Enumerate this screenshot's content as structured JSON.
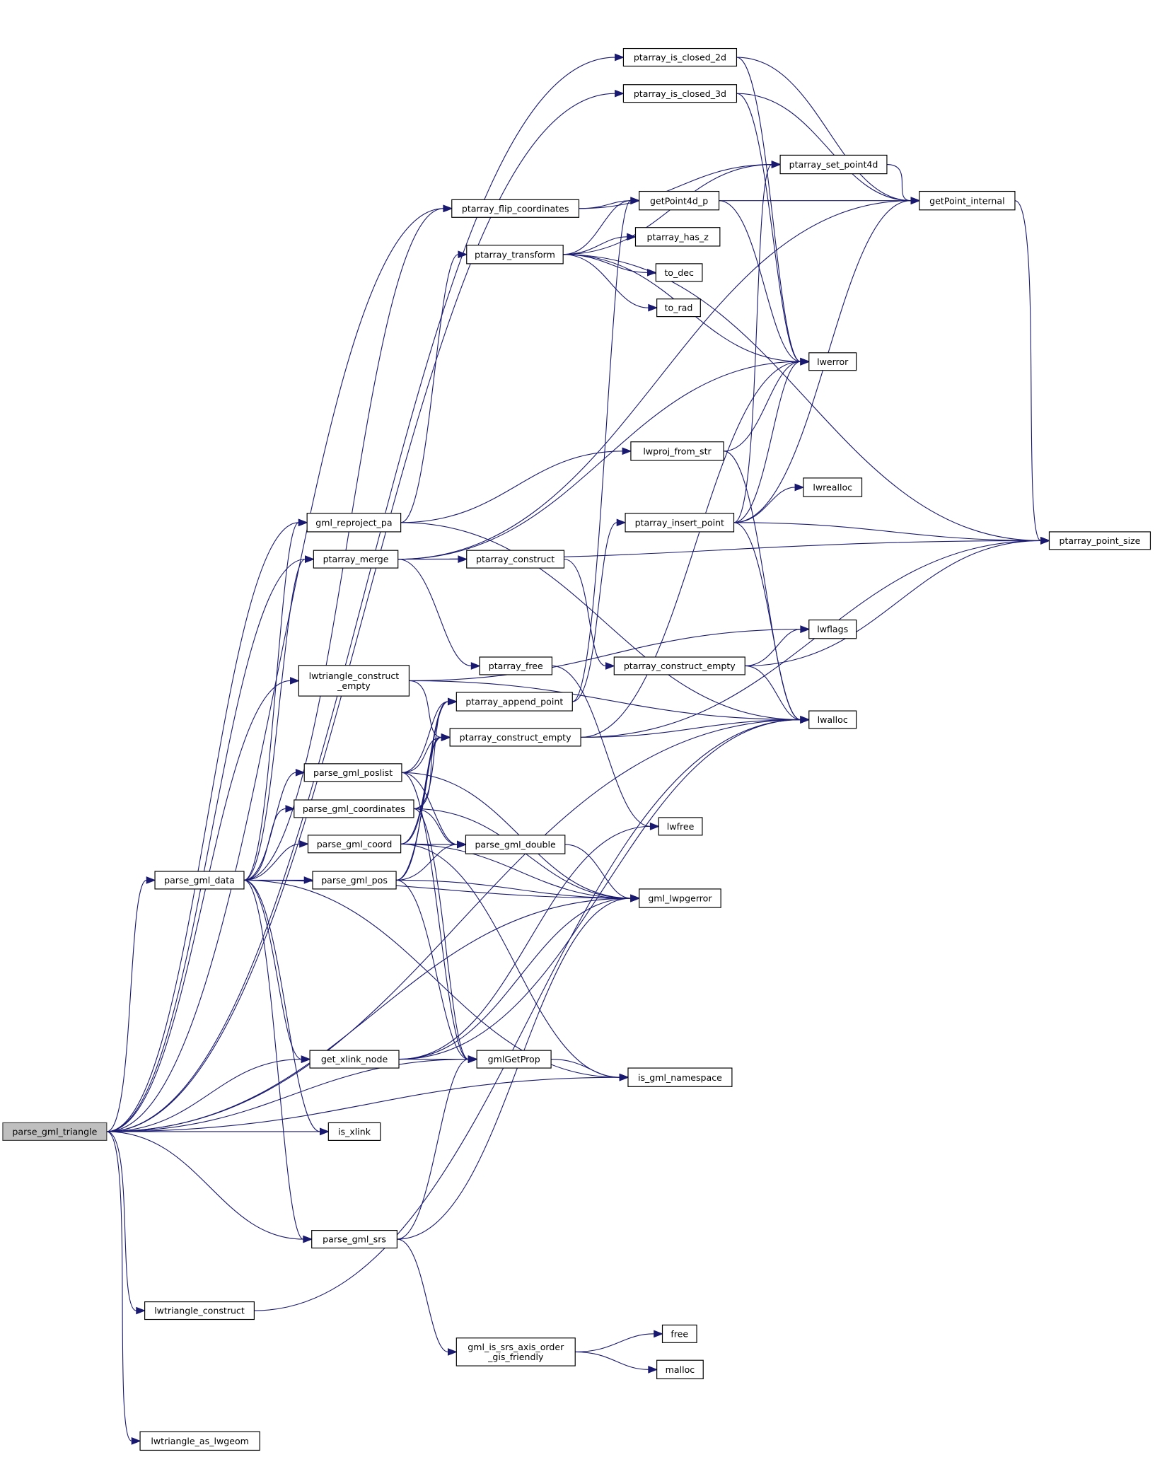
{
  "title": "parse_gml_triangle call graph",
  "colors": {
    "edge": "#191970",
    "node_border": "#000000",
    "root_fill": "#bfbfbf",
    "node_fill": "#ffffff"
  },
  "nodes": [
    {
      "id": "parse_gml_triangle",
      "lines": [
        "parse_gml_triangle"
      ],
      "root": true
    },
    {
      "id": "ptarray_is_closed_2d",
      "lines": [
        "ptarray_is_closed_2d"
      ]
    },
    {
      "id": "ptarray_is_closed_3d",
      "lines": [
        "ptarray_is_closed_3d"
      ]
    },
    {
      "id": "ptarray_set_point4d",
      "lines": [
        "ptarray_set_point4d"
      ]
    },
    {
      "id": "getPoint_internal",
      "lines": [
        "getPoint_internal"
      ]
    },
    {
      "id": "ptarray_flip_coordinates",
      "lines": [
        "ptarray_flip_coordinates"
      ]
    },
    {
      "id": "getPoint4d_p",
      "lines": [
        "getPoint4d_p"
      ]
    },
    {
      "id": "ptarray_transform",
      "lines": [
        "ptarray_transform"
      ]
    },
    {
      "id": "ptarray_has_z",
      "lines": [
        "ptarray_has_z"
      ]
    },
    {
      "id": "to_dec",
      "lines": [
        "to_dec"
      ]
    },
    {
      "id": "to_rad",
      "lines": [
        "to_rad"
      ]
    },
    {
      "id": "lwerror",
      "lines": [
        "lwerror"
      ]
    },
    {
      "id": "lwproj_from_str",
      "lines": [
        "lwproj_from_str"
      ]
    },
    {
      "id": "lwrealloc",
      "lines": [
        "lwrealloc"
      ]
    },
    {
      "id": "ptarray_insert_point",
      "lines": [
        "ptarray_insert_point"
      ]
    },
    {
      "id": "ptarray_point_size",
      "lines": [
        "ptarray_point_size"
      ]
    },
    {
      "id": "gml_reproject_pa",
      "lines": [
        "gml_reproject_pa"
      ]
    },
    {
      "id": "ptarray_merge",
      "lines": [
        "ptarray_merge"
      ]
    },
    {
      "id": "ptarray_construct",
      "lines": [
        "ptarray_construct"
      ]
    },
    {
      "id": "lwflags",
      "lines": [
        "lwflags"
      ]
    },
    {
      "id": "lwtriangle_construct_empty",
      "lines": [
        "lwtriangle_construct",
        "_empty"
      ]
    },
    {
      "id": "ptarray_free",
      "lines": [
        "ptarray_free"
      ]
    },
    {
      "id": "ptarray_construct_empty_r",
      "lines": [
        "ptarray_construct_empty"
      ]
    },
    {
      "id": "ptarray_append_point",
      "lines": [
        "ptarray_append_point"
      ]
    },
    {
      "id": "ptarray_construct_empty_m",
      "lines": [
        "ptarray_construct_empty"
      ]
    },
    {
      "id": "lwalloc",
      "lines": [
        "lwalloc"
      ]
    },
    {
      "id": "parse_gml_poslist",
      "lines": [
        "parse_gml_poslist"
      ]
    },
    {
      "id": "parse_gml_coordinates",
      "lines": [
        "parse_gml_coordinates"
      ]
    },
    {
      "id": "lwfree",
      "lines": [
        "lwfree"
      ]
    },
    {
      "id": "parse_gml_coord",
      "lines": [
        "parse_gml_coord"
      ]
    },
    {
      "id": "parse_gml_double",
      "lines": [
        "parse_gml_double"
      ]
    },
    {
      "id": "parse_gml_data",
      "lines": [
        "parse_gml_data"
      ]
    },
    {
      "id": "parse_gml_pos",
      "lines": [
        "parse_gml_pos"
      ]
    },
    {
      "id": "gml_lwpgerror",
      "lines": [
        "gml_lwpgerror"
      ]
    },
    {
      "id": "get_xlink_node",
      "lines": [
        "get_xlink_node"
      ]
    },
    {
      "id": "gmlGetProp",
      "lines": [
        "gmlGetProp"
      ]
    },
    {
      "id": "is_gml_namespace",
      "lines": [
        "is_gml_namespace"
      ]
    },
    {
      "id": "is_xlink",
      "lines": [
        "is_xlink"
      ]
    },
    {
      "id": "parse_gml_srs",
      "lines": [
        "parse_gml_srs"
      ]
    },
    {
      "id": "lwtriangle_construct",
      "lines": [
        "lwtriangle_construct"
      ]
    },
    {
      "id": "gml_is_srs_axis_order_gis_friendly",
      "lines": [
        "gml_is_srs_axis_order",
        "_gis_friendly"
      ]
    },
    {
      "id": "free",
      "lines": [
        "free"
      ]
    },
    {
      "id": "malloc",
      "lines": [
        "malloc"
      ]
    },
    {
      "id": "lwtriangle_as_lwgeom",
      "lines": [
        "lwtriangle_as_lwgeom"
      ]
    }
  ],
  "edges": [
    [
      "parse_gml_triangle",
      "ptarray_is_closed_2d"
    ],
    [
      "parse_gml_triangle",
      "ptarray_is_closed_3d"
    ],
    [
      "parse_gml_triangle",
      "ptarray_flip_coordinates"
    ],
    [
      "parse_gml_triangle",
      "gml_reproject_pa"
    ],
    [
      "parse_gml_triangle",
      "ptarray_merge"
    ],
    [
      "parse_gml_triangle",
      "lwtriangle_construct_empty"
    ],
    [
      "parse_gml_triangle",
      "parse_gml_data"
    ],
    [
      "parse_gml_triangle",
      "get_xlink_node"
    ],
    [
      "parse_gml_triangle",
      "is_xlink"
    ],
    [
      "parse_gml_triangle",
      "gmlGetProp"
    ],
    [
      "parse_gml_triangle",
      "gml_lwpgerror"
    ],
    [
      "parse_gml_triangle",
      "parse_gml_srs"
    ],
    [
      "parse_gml_triangle",
      "is_gml_namespace"
    ],
    [
      "parse_gml_triangle",
      "lwtriangle_construct"
    ],
    [
      "parse_gml_triangle",
      "lwalloc"
    ],
    [
      "parse_gml_triangle",
      "lwtriangle_as_lwgeom"
    ],
    [
      "ptarray_is_closed_2d",
      "getPoint_internal"
    ],
    [
      "ptarray_is_closed_2d",
      "lwerror"
    ],
    [
      "ptarray_is_closed_3d",
      "getPoint_internal"
    ],
    [
      "ptarray_is_closed_3d",
      "lwerror"
    ],
    [
      "ptarray_flip_coordinates",
      "ptarray_set_point4d"
    ],
    [
      "ptarray_flip_coordinates",
      "getPoint4d_p"
    ],
    [
      "ptarray_transform",
      "ptarray_set_point4d"
    ],
    [
      "ptarray_transform",
      "getPoint4d_p"
    ],
    [
      "ptarray_transform",
      "ptarray_has_z"
    ],
    [
      "ptarray_transform",
      "to_dec"
    ],
    [
      "ptarray_transform",
      "to_rad"
    ],
    [
      "ptarray_transform",
      "lwerror"
    ],
    [
      "ptarray_transform",
      "ptarray_point_size"
    ],
    [
      "ptarray_set_point4d",
      "getPoint_internal"
    ],
    [
      "getPoint4d_p",
      "getPoint_internal"
    ],
    [
      "getPoint4d_p",
      "lwerror"
    ],
    [
      "getPoint_internal",
      "ptarray_point_size"
    ],
    [
      "gml_reproject_pa",
      "ptarray_transform"
    ],
    [
      "gml_reproject_pa",
      "lwproj_from_str"
    ],
    [
      "gml_reproject_pa",
      "lwalloc"
    ],
    [
      "ptarray_merge",
      "ptarray_construct"
    ],
    [
      "ptarray_merge",
      "ptarray_free"
    ],
    [
      "ptarray_merge",
      "ptarray_point_size"
    ],
    [
      "ptarray_merge",
      "lwerror"
    ],
    [
      "ptarray_merge",
      "getPoint_internal"
    ],
    [
      "lwproj_from_str",
      "lwerror"
    ],
    [
      "lwproj_from_str",
      "lwalloc"
    ],
    [
      "ptarray_insert_point",
      "lwerror"
    ],
    [
      "ptarray_insert_point",
      "lwrealloc"
    ],
    [
      "ptarray_insert_point",
      "ptarray_point_size"
    ],
    [
      "ptarray_insert_point",
      "lwalloc"
    ],
    [
      "ptarray_insert_point",
      "getPoint_internal"
    ],
    [
      "ptarray_insert_point",
      "ptarray_set_point4d"
    ],
    [
      "ptarray_construct",
      "ptarray_construct_empty_r"
    ],
    [
      "ptarray_construct_empty_r",
      "lwflags"
    ],
    [
      "ptarray_construct_empty_r",
      "lwalloc"
    ],
    [
      "ptarray_construct_empty_r",
      "ptarray_point_size"
    ],
    [
      "lwtriangle_construct_empty",
      "lwflags"
    ],
    [
      "lwtriangle_construct_empty",
      "lwalloc"
    ],
    [
      "lwtriangle_construct_empty",
      "ptarray_construct_empty_m"
    ],
    [
      "ptarray_free",
      "lwfree"
    ],
    [
      "ptarray_append_point",
      "ptarray_insert_point"
    ],
    [
      "ptarray_append_point",
      "getPoint4d_p"
    ],
    [
      "ptarray_construct_empty_m",
      "lwalloc"
    ],
    [
      "ptarray_construct_empty_m",
      "ptarray_point_size"
    ],
    [
      "ptarray_construct_empty_m",
      "lwerror"
    ],
    [
      "parse_gml_data",
      "gml_reproject_pa"
    ],
    [
      "parse_gml_data",
      "ptarray_flip_coordinates"
    ],
    [
      "parse_gml_data",
      "ptarray_merge"
    ],
    [
      "parse_gml_data",
      "parse_gml_poslist"
    ],
    [
      "parse_gml_data",
      "parse_gml_coordinates"
    ],
    [
      "parse_gml_data",
      "parse_gml_coord"
    ],
    [
      "parse_gml_data",
      "parse_gml_pos"
    ],
    [
      "parse_gml_data",
      "gml_lwpgerror"
    ],
    [
      "parse_gml_data",
      "get_xlink_node"
    ],
    [
      "parse_gml_data",
      "is_xlink"
    ],
    [
      "parse_gml_data",
      "parse_gml_srs"
    ],
    [
      "parse_gml_data",
      "is_gml_namespace"
    ],
    [
      "parse_gml_poslist",
      "ptarray_append_point"
    ],
    [
      "parse_gml_poslist",
      "ptarray_construct_empty_m"
    ],
    [
      "parse_gml_poslist",
      "parse_gml_double"
    ],
    [
      "parse_gml_poslist",
      "gml_lwpgerror"
    ],
    [
      "parse_gml_poslist",
      "gmlGetProp"
    ],
    [
      "parse_gml_coordinates",
      "ptarray_append_point"
    ],
    [
      "parse_gml_coordinates",
      "ptarray_construct_empty_m"
    ],
    [
      "parse_gml_coordinates",
      "parse_gml_double"
    ],
    [
      "parse_gml_coordinates",
      "gml_lwpgerror"
    ],
    [
      "parse_gml_coordinates",
      "gmlGetProp"
    ],
    [
      "parse_gml_coord",
      "ptarray_append_point"
    ],
    [
      "parse_gml_coord",
      "ptarray_construct_empty_m"
    ],
    [
      "parse_gml_coord",
      "parse_gml_double"
    ],
    [
      "parse_gml_coord",
      "gml_lwpgerror"
    ],
    [
      "parse_gml_coord",
      "is_gml_namespace"
    ],
    [
      "parse_gml_pos",
      "ptarray_append_point"
    ],
    [
      "parse_gml_pos",
      "ptarray_construct_empty_m"
    ],
    [
      "parse_gml_pos",
      "parse_gml_double"
    ],
    [
      "parse_gml_pos",
      "gml_lwpgerror"
    ],
    [
      "parse_gml_pos",
      "gmlGetProp"
    ],
    [
      "parse_gml_double",
      "gml_lwpgerror"
    ],
    [
      "get_xlink_node",
      "gmlGetProp"
    ],
    [
      "get_xlink_node",
      "gml_lwpgerror"
    ],
    [
      "get_xlink_node",
      "lwfree"
    ],
    [
      "get_xlink_node",
      "lwalloc"
    ],
    [
      "gmlGetProp",
      "is_gml_namespace"
    ],
    [
      "parse_gml_srs",
      "gmlGetProp"
    ],
    [
      "parse_gml_srs",
      "gml_lwpgerror"
    ],
    [
      "parse_gml_srs",
      "gml_is_srs_axis_order_gis_friendly"
    ],
    [
      "gml_is_srs_axis_order_gis_friendly",
      "free"
    ],
    [
      "gml_is_srs_axis_order_gis_friendly",
      "malloc"
    ],
    [
      "lwtriangle_construct",
      "lwalloc"
    ]
  ]
}
